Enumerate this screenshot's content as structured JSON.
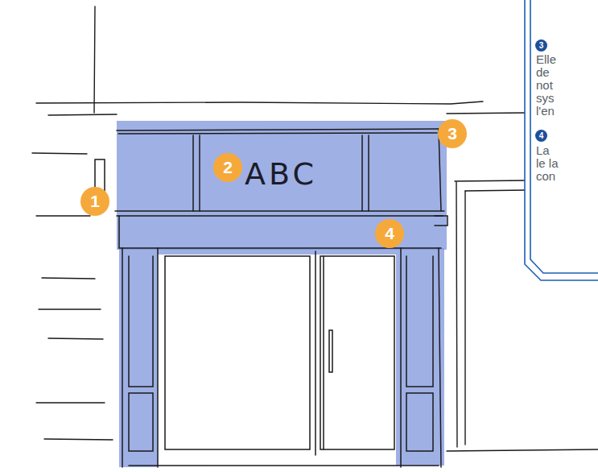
{
  "diagram": {
    "nodes": [
      {
        "text": [
          "3",
          "Elle de not sys l'en",
          "4",
          "La le la con"
        ]
      },
      {
        "text": [
          "ABC"
        ]
      }
    ],
    "labels": [
      "1",
      "2",
      "3",
      "4"
    ]
  }
}
